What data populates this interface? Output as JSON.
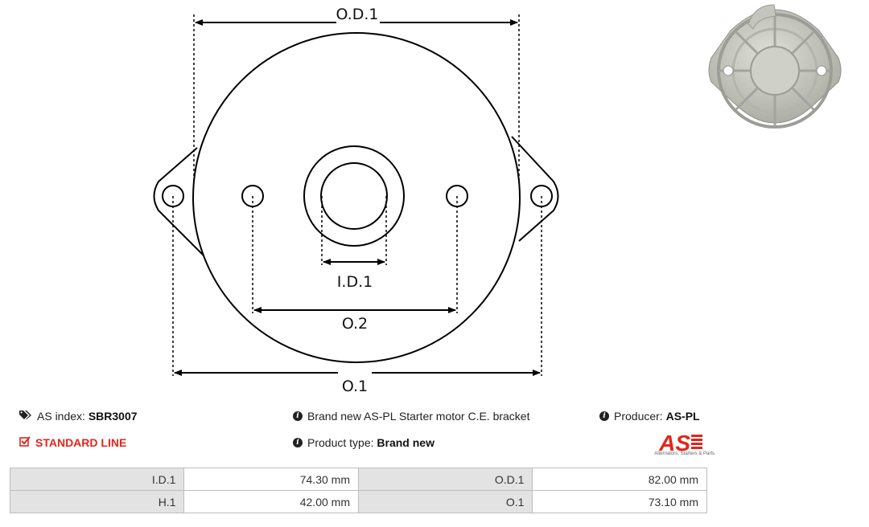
{
  "drawing": {
    "labels": {
      "od1": "O.D.1",
      "id1": "I.D.1",
      "o2": "O.2",
      "o1": "O.1"
    }
  },
  "product": {
    "index_label": "AS index:",
    "index_value": "SBR3007",
    "line": "STANDARD LINE",
    "description": "Brand new AS-PL Starter motor C.E. bracket",
    "type_label": "Product type:",
    "type_value": "Brand new",
    "producer_label": "Producer:",
    "producer_value": "AS-PL",
    "logo_text": "AS",
    "logo_tagline": "Alternators, Starters & Parts"
  },
  "specs": {
    "rows": [
      {
        "label1": "I.D.1",
        "value1": "74.30 mm",
        "label2": "O.D.1",
        "value2": "82.00 mm"
      },
      {
        "label1": "H.1",
        "value1": "42.00  mm",
        "label2": "O.1",
        "value2": "73.10 mm"
      }
    ]
  },
  "colors": {
    "accent": "#e2261c",
    "label_cell": "#e3e3e3",
    "border": "#bdbdbd"
  },
  "icons": {
    "tags": "tags-icon",
    "check": "check-square-icon",
    "info": "info-circle-icon"
  }
}
